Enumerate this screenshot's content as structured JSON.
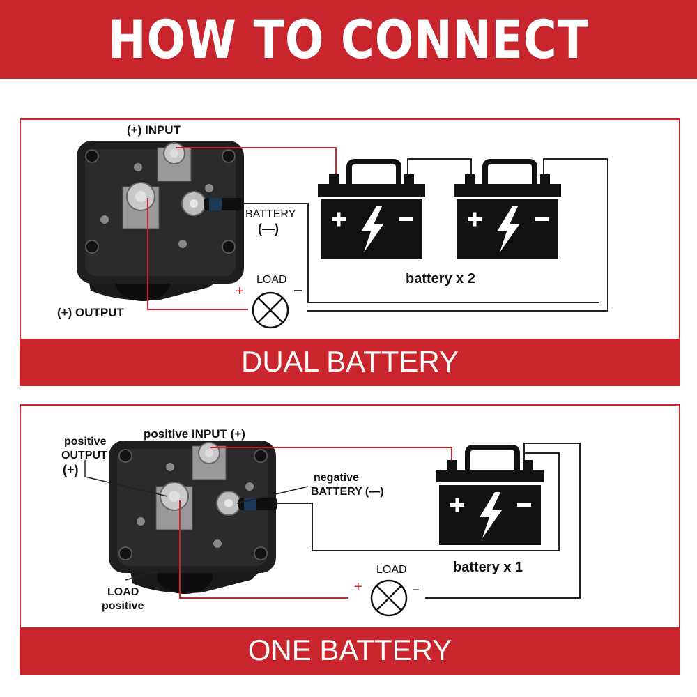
{
  "title": "HOW TO CONNECT",
  "dual": {
    "banner": "DUAL BATTERY",
    "input_label": "(+) INPUT",
    "output_label": "(+) OUTPUT",
    "battery_label_1": "BATTERY",
    "battery_label_2": "(—)",
    "load_label": "LOAD",
    "plus": "+",
    "minus": "–",
    "caption": "battery x 2"
  },
  "single": {
    "banner": "ONE BATTERY",
    "input_label": "positive INPUT (+)",
    "output_label_1": "positive",
    "output_label_2": "OUTPUT",
    "output_label_3": "(+)",
    "negative_label_1": "negative",
    "negative_label_2": "BATTERY (—)",
    "load_label": "LOAD",
    "load_pos_1": "LOAD",
    "load_pos_2": "positive",
    "plus": "+",
    "minus": "–",
    "caption": "battery x 1"
  },
  "colors": {
    "accent": "#c8262c",
    "wire_red": "#c8262c",
    "wire_dark": "#222222"
  },
  "icons": [
    "battery-icon",
    "lightning-bolt-icon",
    "load-lamp-icon",
    "switch-icon"
  ]
}
